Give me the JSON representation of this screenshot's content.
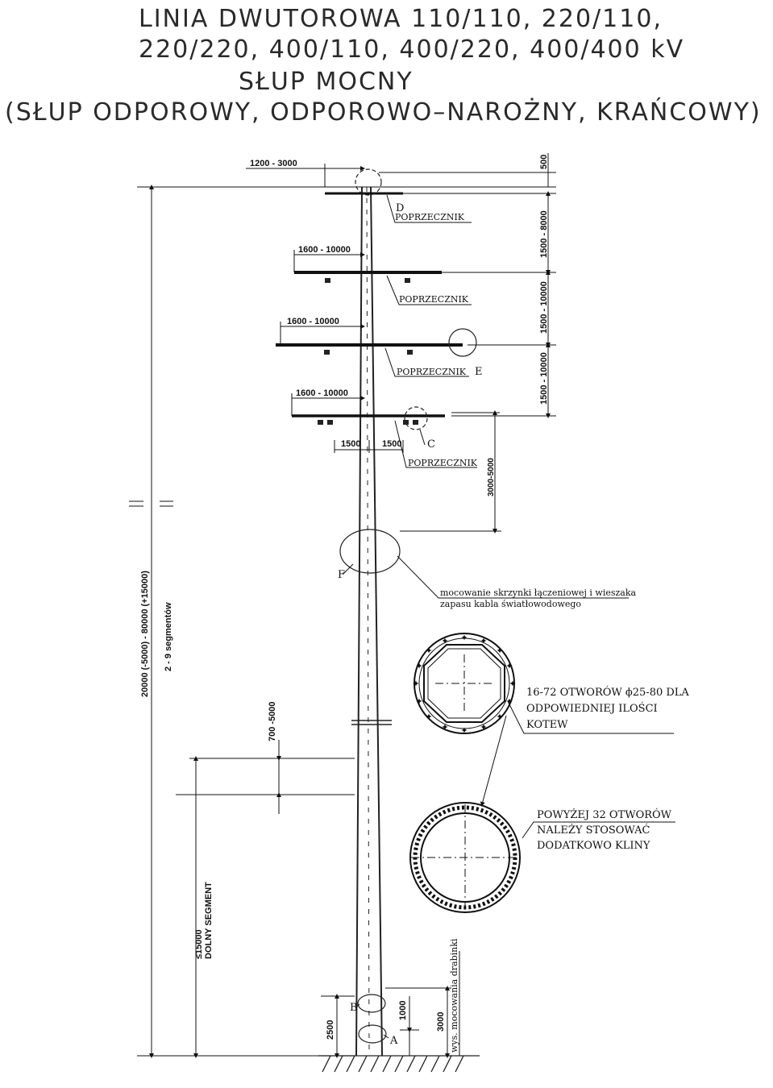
{
  "title": {
    "line1": "LINIA DWUTOROWA 110/110, 220/110,",
    "line2": "220/220, 400/110, 400/220, 400/400 kV",
    "line3": "SŁUP MOCNY",
    "line4": "(SŁUP ODPOROWY, ODPOROWO–NAROŻNY, KRAŃCOWY)"
  },
  "dimensions": {
    "top_offset": "1200 - 3000",
    "top_cap": "500",
    "arm1": "1600 - 10000",
    "arm2": "1600 - 10000",
    "arm3": "1600 - 10000",
    "right_span1": "1500 - 8000",
    "right_span2": "1500 - 10000",
    "right_span3": "1500 - 10000",
    "right_span4": "3000-5000",
    "bracket_left": "1500",
    "bracket_right": "1500",
    "total_height": "20000 (-5000) - 80000 (+15000)",
    "segments": "2 - 9 segmentów",
    "splice_overlap": "700 -5000",
    "bottom_segment_len": "≤15000",
    "bottom_segment_name": "DOLNY SEGMENT",
    "base_2500": "2500",
    "base_1000": "1000",
    "base_3000": "3000",
    "ladder_height": "wys. mocowania drabinki"
  },
  "labels": {
    "crossarm": "POPRZECZNIK",
    "detail_a": "A",
    "detail_b": "B",
    "detail_c": "C",
    "detail_d": "D",
    "detail_e": "E",
    "detail_f": "F",
    "box_note_1": "mocowanie skrzynki łączeniowej i wieszaka",
    "box_note_2": "zapasu kabla światłowodowego",
    "flange_note_1": "16-72 OTWORÓW ϕ25-80 DLA",
    "flange_note_2": "ODPOWIEDNIEJ ILOŚCI",
    "flange_note_3": "KOTEW",
    "ring_note_1": "POWYŻEJ 32 OTWORÓW",
    "ring_note_2": "NALEŻY STOSOWAĆ",
    "ring_note_3": "DODATKOWO KLINY"
  }
}
